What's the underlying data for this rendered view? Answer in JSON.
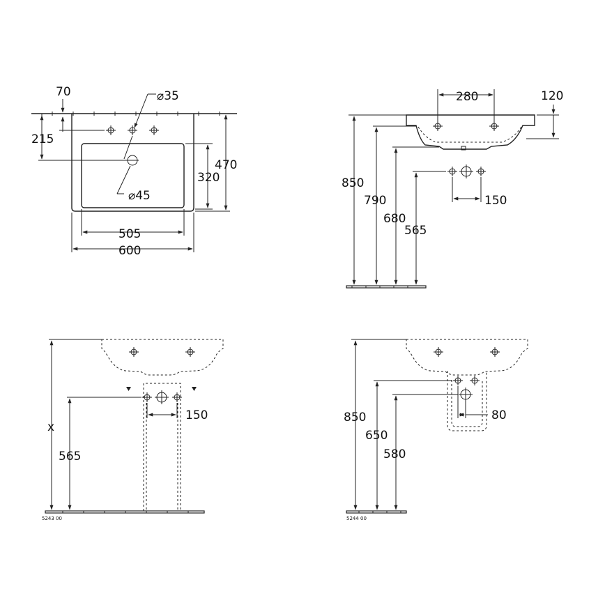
{
  "top_view": {
    "labels": {
      "d70": "70",
      "d215": "215",
      "hole35": "⌀35",
      "hole45": "⌀45",
      "d320": "320",
      "d470": "470",
      "d505": "505",
      "d600": "600"
    }
  },
  "side_view": {
    "labels": {
      "d280": "280",
      "d120": "120",
      "d850": "850",
      "d790": "790",
      "d680": "680",
      "d565": "565",
      "d150": "150"
    }
  },
  "front_view_left": {
    "labels": {
      "x": "x",
      "d565": "565",
      "d150": "150"
    },
    "code": "5243 00"
  },
  "front_view_right": {
    "labels": {
      "d850": "850",
      "d650": "650",
      "d580": "580",
      "d80": "80"
    },
    "code": "5244 00"
  }
}
